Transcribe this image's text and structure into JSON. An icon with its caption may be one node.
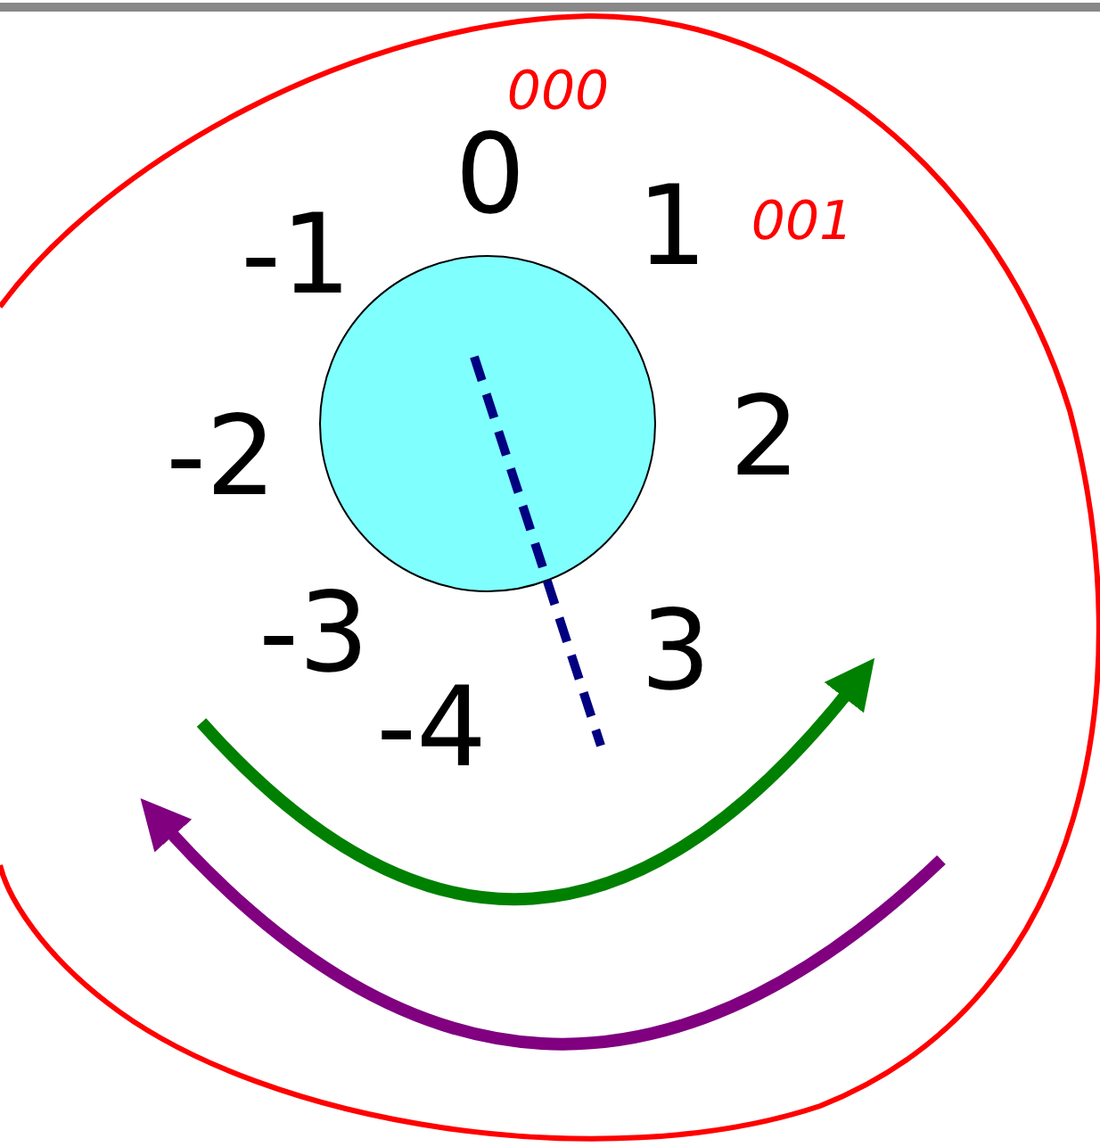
{
  "diagram": {
    "nodes": [
      {
        "text": [],
        "shape": "circle"
      }
    ],
    "labels": [
      "000",
      "0",
      "1",
      "001",
      "-1",
      "-2",
      "2",
      "-3",
      "3",
      "-4"
    ]
  }
}
